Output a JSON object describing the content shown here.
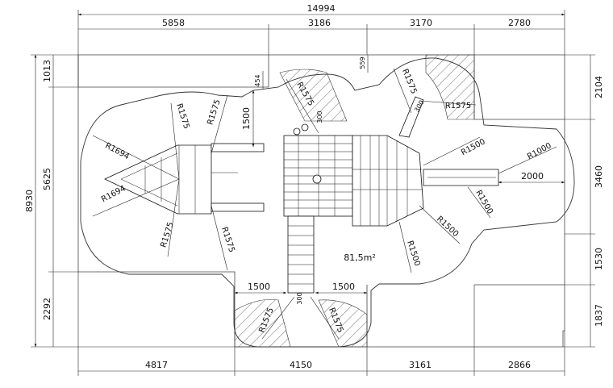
{
  "dims_top": {
    "total": "14994",
    "a": "5858",
    "b": "3186",
    "c": "3170",
    "d": "2780"
  },
  "dims_bottom": {
    "a": "4817",
    "b": "4150",
    "c": "3161",
    "d": "2866"
  },
  "dims_left": {
    "total": "8930",
    "a": "1013",
    "b": "5625",
    "c": "2292"
  },
  "dims_right": {
    "a": "2104",
    "b": "3460",
    "c": "1530",
    "d": "1837"
  },
  "inner": {
    "d454": "454",
    "d559": "559",
    "d1500v": "1500",
    "d300a": "300",
    "d300b": "300",
    "d300c": "300",
    "d1500l": "1500",
    "d1500r": "1500",
    "d2000": "2000",
    "area": "81,5m²"
  },
  "radii": {
    "r1694a": "R1694",
    "r1694b": "R1694",
    "r1575a": "R1575",
    "r1575b": "R1575",
    "r1575c": "R1575",
    "r1575d": "R1575",
    "r1575e": "R1575",
    "r1575f": "R1575",
    "r1575g": "R1575",
    "r1575h": "R1575",
    "r1575i": "R1575",
    "r1500a": "R1500",
    "r1500b": "R1500",
    "r1500c": "R1500",
    "r1500d": "R1500",
    "r1000": "R1000"
  }
}
